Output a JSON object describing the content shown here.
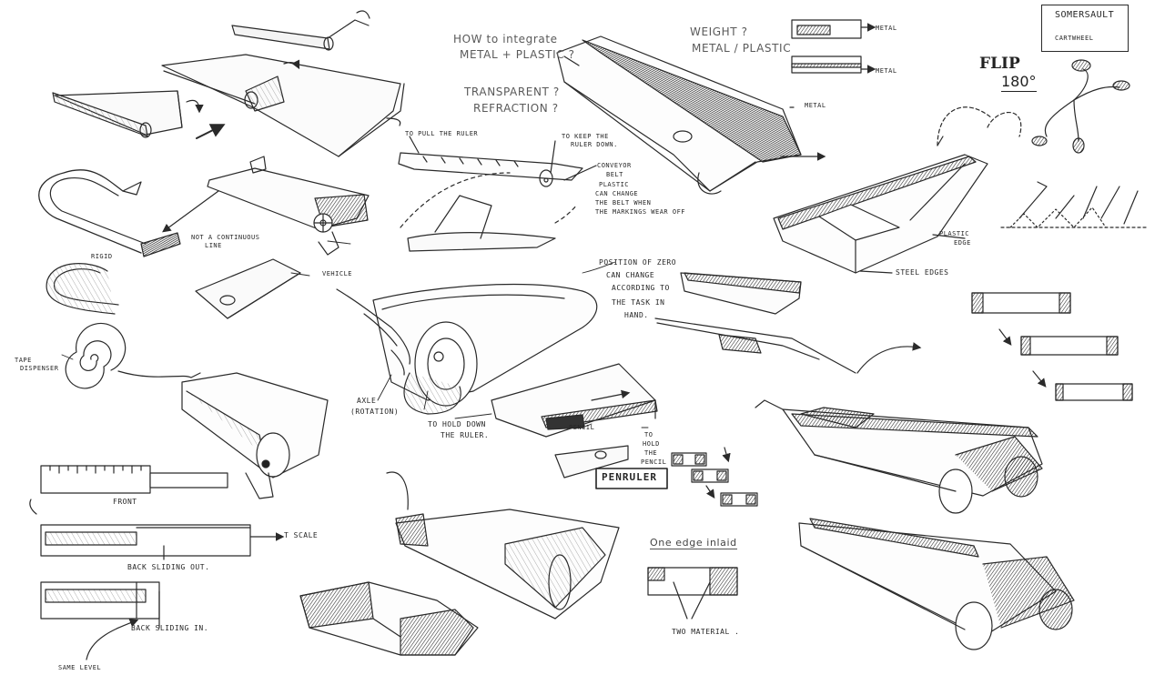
{
  "notes": {
    "integrate_q1": "HOW to integrate",
    "integrate_q2": "METAL + PLASTIC ?",
    "transparent_q": "TRANSPARENT ?",
    "refraction_q": "REFRACTION ?",
    "weight_q": "WEIGHT ?",
    "metal_plastic": "METAL / PLASTIC"
  },
  "labels": {
    "metal_1": "METAL",
    "metal_2": "METAL",
    "metal_arrow": "METAL",
    "to_pull_ruler": "TO PULL THE RULER",
    "to_keep_1": "TO KEEP THE",
    "to_keep_2": "RULER DOWN.",
    "conveyor_1": "CONVEYOR",
    "conveyor_2": "BELT",
    "plastic_1": "PLASTIC",
    "plastic_2": "CAN CHANGE",
    "plastic_3": "THE BELT WHEN",
    "plastic_4": "THE MARKINGS WEAR OFF",
    "not_continuous_1": "NOT A CONTINUOUS",
    "not_continuous_2": "LINE",
    "rigid": "RIGID",
    "tape_dispenser_1": "TAPE",
    "tape_dispenser_2": "DISPENSER",
    "vehicle": "VEHICLE",
    "zero_1": "POSITION OF ZERO",
    "zero_2": "CAN CHANGE",
    "zero_3": "ACCORDING TO",
    "zero_4": "THE TASK IN",
    "zero_5": "HAND.",
    "axle_1": "AXLE",
    "axle_2": "(ROTATION)",
    "hold_down_1": "TO HOLD DOWN",
    "hold_down_2": "THE RULER.",
    "plastic_edge_1": "PLASTIC",
    "plastic_edge_2": "EDGE",
    "steel_edges": "STEEL EDGES",
    "pencil": "PENCIL",
    "to_hold_pencil_1": "TO",
    "to_hold_pencil_2": "HOLD",
    "to_hold_pencil_3": "THE",
    "to_hold_pencil_4": "PENCIL",
    "penruler": "PENRULER",
    "front": "FRONT",
    "t_scale": "T SCALE",
    "back_out": "BACK SLIDING OUT.",
    "back_in": "BACK SLIDING IN.",
    "same_level": "SAME LEVEL",
    "one_edge_inlaid": "One edge inlaid",
    "two_material": "TWO MATERIAL ."
  },
  "somersault": {
    "title": "SOMERSAULT",
    "subtitle": "CARTWHEEL"
  },
  "flip": {
    "word": "FLIP",
    "angle": "180°"
  },
  "colors": {
    "ink": "#2a2a2a",
    "pencil": "#5a5a5a",
    "shade": "#3a3a3a",
    "paper": "#ffffff"
  }
}
